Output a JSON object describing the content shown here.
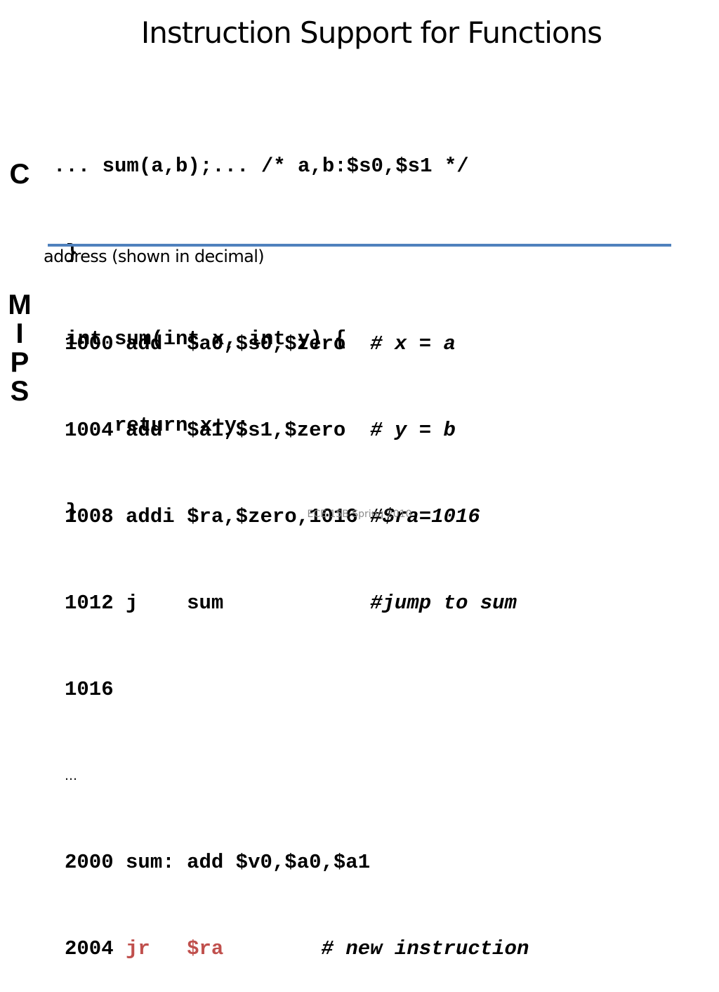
{
  "title": "Instruction Support for Functions",
  "side_labels": {
    "c": "C",
    "mips": [
      "M",
      "I",
      "P",
      "S"
    ]
  },
  "c_code": [
    "... sum(a,b);... /* a,b:$s0,$s1 */",
    " }",
    " int sum(int x, int y) {",
    "     return x+y;",
    " }"
  ],
  "address_note": "address (shown in decimal)",
  "mips_code": [
    {
      "addr": "1000",
      "instr": "add ",
      "args": "$a0,$s0,$zero",
      "pad": "  ",
      "comment": "# x = a"
    },
    {
      "addr": "1004",
      "instr": "add ",
      "args": "$a1,$s1,$zero",
      "pad": "  ",
      "comment": "# y = b"
    },
    {
      "addr": "1008",
      "instr": "addi",
      "args": "$ra,$zero,1016",
      "pad": " ",
      "comment": "#$ra=1016"
    },
    {
      "addr": "1012",
      "instr": "j   ",
      "args": "sum",
      "pad": "            ",
      "comment": "#jump to sum"
    },
    {
      "addr": "1016"
    },
    {
      "ellipsis": "…"
    },
    {
      "addr": "2000",
      "instr": "sum:",
      "args": "add $v0,$a0,$a1"
    },
    {
      "addr": "2004",
      "instr": "jr  ",
      "args": "$ra",
      "pad": "        ",
      "comment": "# new instruction",
      "highlight": true
    }
  ],
  "footer": "ECE 15B Spring 2010",
  "colors": {
    "divider": "#4f81bd",
    "highlight": "#c0504d",
    "footer": "#8c8c8c"
  }
}
